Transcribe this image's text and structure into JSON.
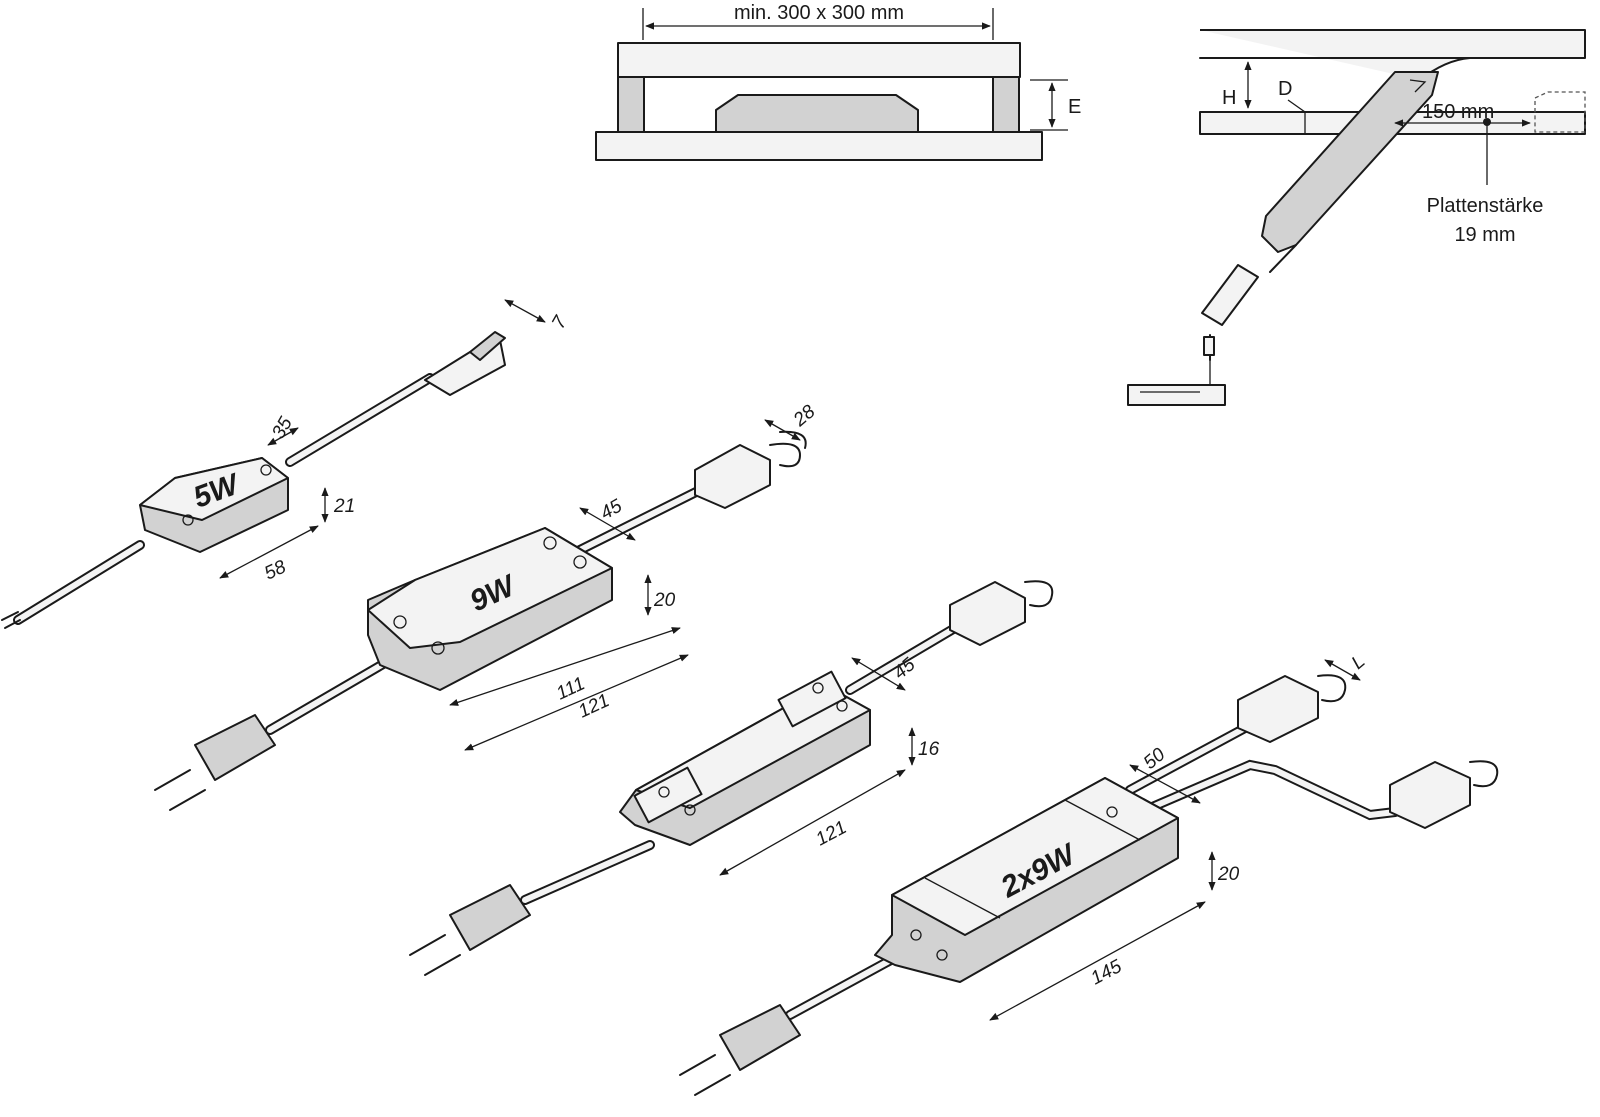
{
  "top_diagram": {
    "min_size": "min. 300 x 300 mm",
    "label_e": "E"
  },
  "right_diagram": {
    "label_h": "H",
    "label_d": "D",
    "distance": "150 mm",
    "plate_label_1": "Plattenstärke",
    "plate_label_2": "19 mm"
  },
  "driver_5w": {
    "label": "5W",
    "dim_length": "58",
    "dim_height": "21",
    "dim_cable": "35",
    "dim_plug": "7"
  },
  "driver_9w": {
    "label": "9W",
    "dim_inner": "111",
    "dim_outer": "121",
    "dim_height": "20",
    "dim_cable": "45",
    "dim_plug": "28"
  },
  "driver_flat": {
    "dim_length": "121",
    "dim_height": "16",
    "dim_cable": "45"
  },
  "driver_2x9w": {
    "label": "2x9W",
    "dim_length": "145",
    "dim_height": "20",
    "dim_cable": "50",
    "dim_plug": "L"
  }
}
